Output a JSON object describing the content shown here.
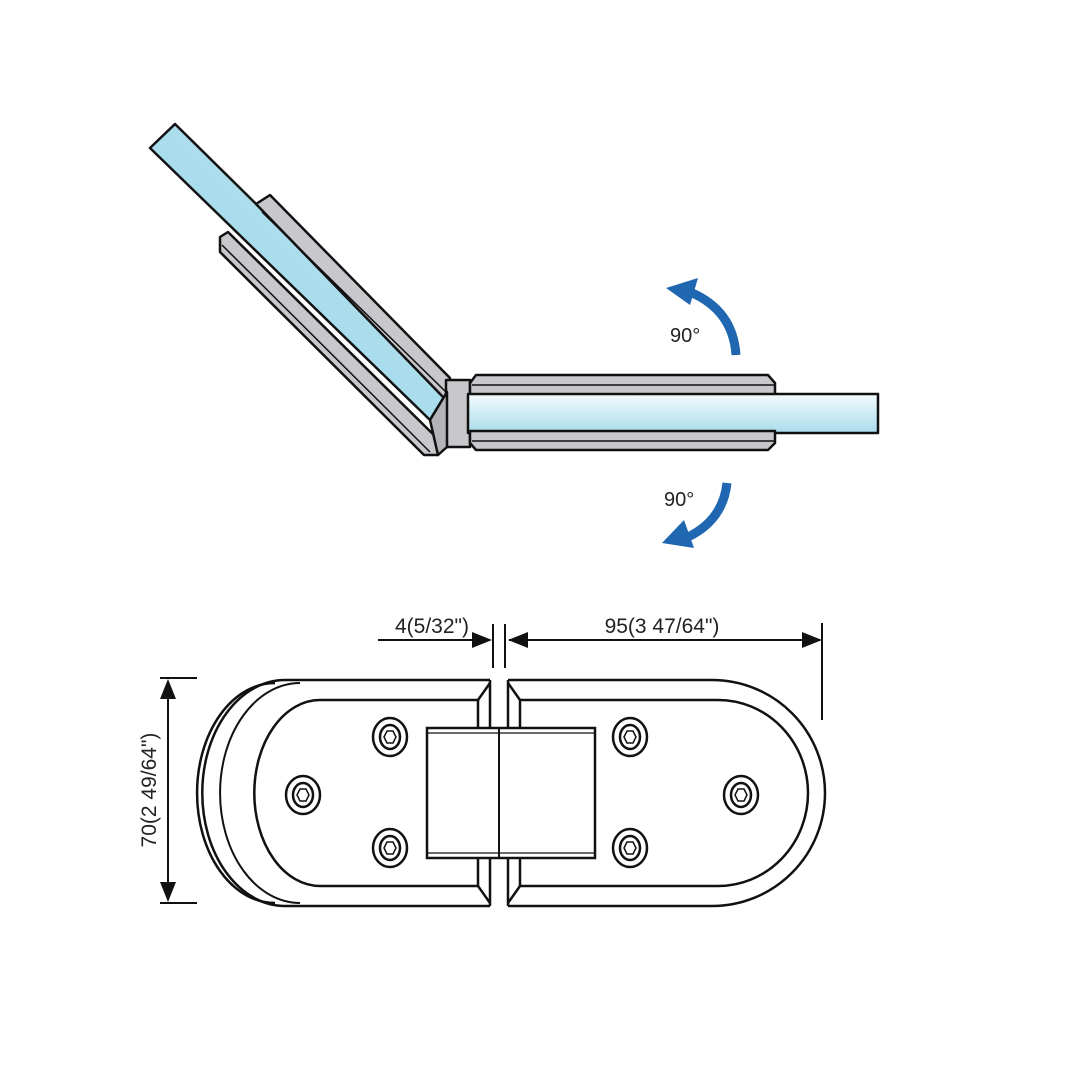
{
  "top_view": {
    "rotation_up_label": "90°",
    "rotation_down_label": "90°"
  },
  "dimensions": {
    "gap": "4(5/32\")",
    "length": "95(3 47/64\")",
    "height": "70(2 49/64\")"
  },
  "colors": {
    "arrow": "#1f67b1",
    "plate": "#c8c8cc",
    "glass_light": "#ffffff",
    "glass_dark": "#a9dcec",
    "line": "#111111"
  }
}
